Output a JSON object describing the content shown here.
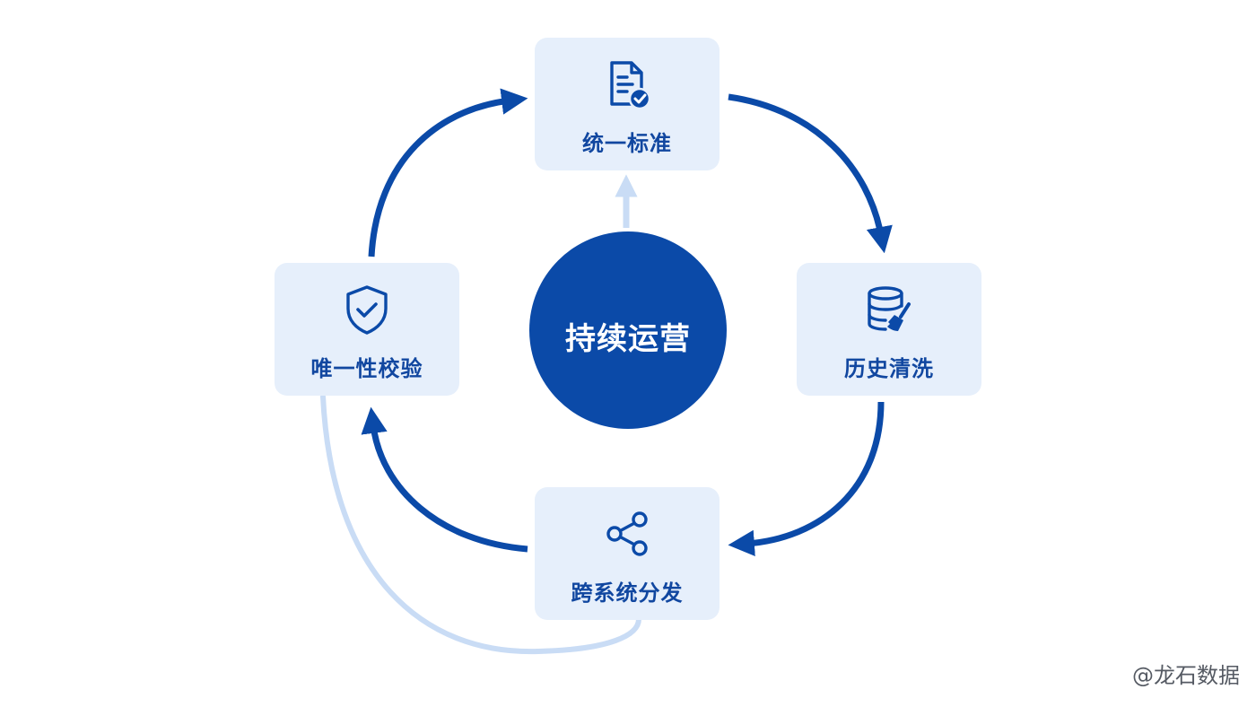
{
  "center": {
    "label": "持续运营"
  },
  "nodes": {
    "top": {
      "label": "统一标准",
      "icon": "document-check-icon"
    },
    "right": {
      "label": "历史清洗",
      "icon": "database-broom-icon"
    },
    "bottom": {
      "label": "跨系统分发",
      "icon": "share-icon"
    },
    "left": {
      "label": "唯一性校验",
      "icon": "shield-check-icon"
    }
  },
  "watermark": "@龙石数据",
  "colors": {
    "primary": "#0b4aa8",
    "node_background": "#e6effb",
    "node_text": "#1147a0",
    "light_arrow": "#c9dcf5"
  }
}
